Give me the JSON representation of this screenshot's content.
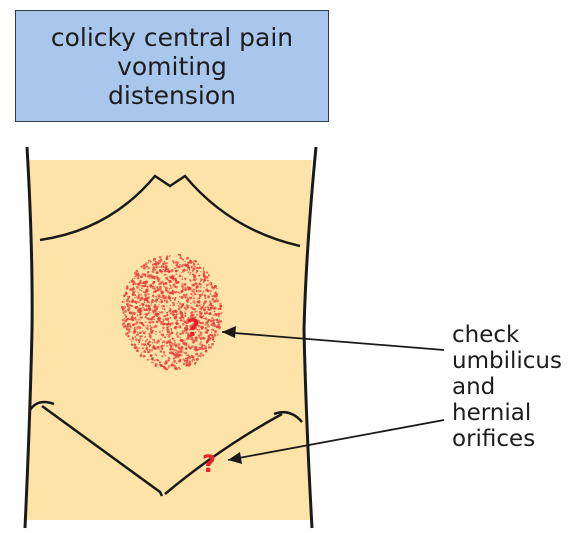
{
  "symptom_box": {
    "lines": [
      "colicky central pain",
      "vomiting",
      "distension"
    ]
  },
  "markers": {
    "umbilicus_mark": "?",
    "hernia_mark": "?"
  },
  "annotation": {
    "lines": [
      "check",
      "umbilicus",
      "and",
      "hernial",
      "orifices"
    ]
  },
  "colors": {
    "skin": "#fde3a7",
    "pain_dots": "#e63c3c",
    "box_fill": "#a9c7ec",
    "question_mark": "#e8212b"
  }
}
